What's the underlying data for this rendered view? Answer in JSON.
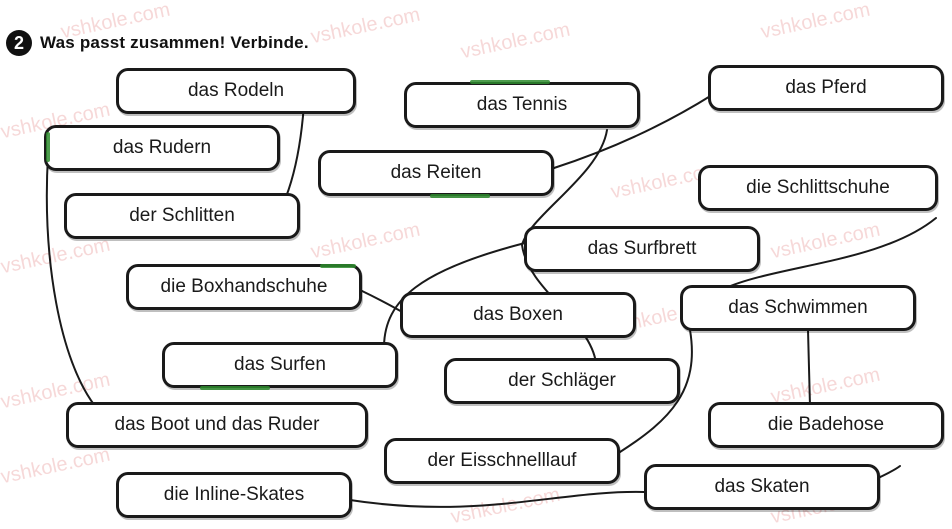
{
  "exercise": {
    "number": "2",
    "instruction": "Was passt zusammen! Verbinde."
  },
  "watermark": "vshkole.com",
  "cards": [
    {
      "id": "rodeln",
      "label": "das Rodeln"
    },
    {
      "id": "rudern",
      "label": "das Rudern"
    },
    {
      "id": "schlitten",
      "label": "der Schlitten"
    },
    {
      "id": "tennis",
      "label": "das Tennis"
    },
    {
      "id": "reiten",
      "label": "das Reiten"
    },
    {
      "id": "pferd",
      "label": "das Pferd"
    },
    {
      "id": "schlittschuhe",
      "label": "die Schlittschuhe"
    },
    {
      "id": "surfbrett",
      "label": "das Surfbrett"
    },
    {
      "id": "boxhandschuhe",
      "label": "die Boxhandschuhe"
    },
    {
      "id": "boxen",
      "label": "das Boxen"
    },
    {
      "id": "schwimmen",
      "label": "das Schwimmen"
    },
    {
      "id": "surfen",
      "label": "das Surfen"
    },
    {
      "id": "schlaeger",
      "label": "der Schläger"
    },
    {
      "id": "boot",
      "label": "das Boot und das Ruder"
    },
    {
      "id": "badehose",
      "label": "die Badehose"
    },
    {
      "id": "eisschnelllauf",
      "label": "der Eisschnelllauf"
    },
    {
      "id": "inline",
      "label": "die Inline-Skates"
    },
    {
      "id": "skaten",
      "label": "das Skaten"
    }
  ],
  "colors": {
    "line": "#1a1a1a",
    "highlight": "#2e8b2e",
    "watermark": "#f0b9b9"
  }
}
